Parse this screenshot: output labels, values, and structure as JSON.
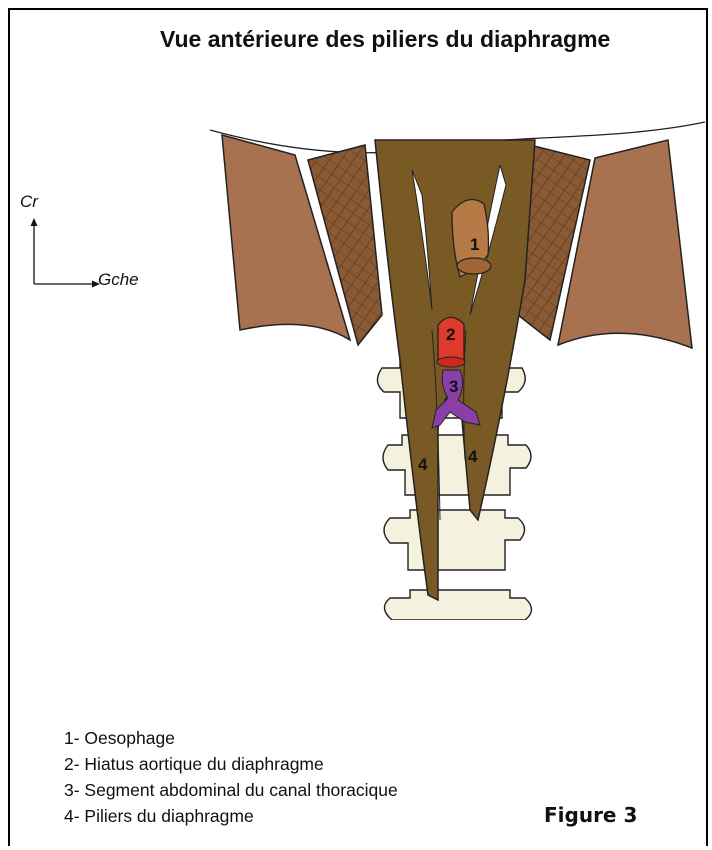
{
  "title": "Vue antérieure des piliers du diaphragme",
  "orientation": {
    "up_label": "Cr",
    "right_label": "Gche"
  },
  "markers": {
    "oesophagus": "1",
    "aortic_hiatus": "2",
    "thoracic_duct": "3",
    "pillar_left": "4",
    "pillar_right": "4"
  },
  "legend": [
    "1- Oesophage",
    "2- Hiatus aortique du diaphragme",
    "3- Segment abdominal du canal thoracique",
    "4- Piliers du diaphragme"
  ],
  "figure_label": "Figure 3",
  "colors": {
    "muscle_outer": "#a87150",
    "muscle_central": "#7a5a24",
    "muscle_hatched": "#8a5a35",
    "oesophagus": "#b57a45",
    "aortic_hiatus": "#e03a2e",
    "thoracic_duct": "#8a3fa8",
    "vertebra": "#f4f1de"
  }
}
